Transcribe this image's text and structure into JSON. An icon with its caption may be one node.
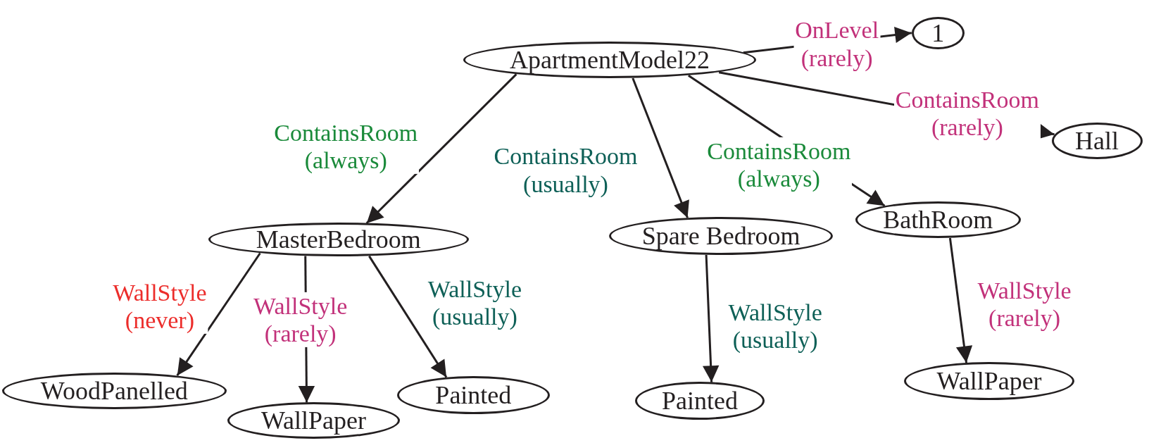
{
  "diagram": {
    "nodes": [
      {
        "text": [
          "ApartmentModel22"
        ]
      },
      {
        "text": [
          "1"
        ]
      },
      {
        "text": [
          "Hall"
        ]
      },
      {
        "text": [
          "MasterBedroom"
        ]
      },
      {
        "text": [
          "Spare Bedroom"
        ]
      },
      {
        "text": [
          "BathRoom"
        ]
      },
      {
        "text": [
          "WoodPanelled"
        ]
      },
      {
        "text": [
          "WallPaper"
        ]
      },
      {
        "text": [
          "Painted"
        ]
      },
      {
        "text": [
          "Painted"
        ]
      },
      {
        "text": [
          "WallPaper"
        ]
      }
    ],
    "edges": [
      {
        "from": 0,
        "to": 1,
        "arrow": "to",
        "label": "OnLevel (rarely)"
      },
      {
        "from": 0,
        "to": 2,
        "arrow": "to",
        "label": "ContainsRoom (rarely)"
      },
      {
        "from": 0,
        "to": 3,
        "arrow": "to",
        "label": "ContainsRoom (always)"
      },
      {
        "from": 0,
        "to": 4,
        "arrow": "to",
        "label": "ContainsRoom (usually)"
      },
      {
        "from": 0,
        "to": 5,
        "arrow": "to",
        "label": "ContainsRoom (always)"
      },
      {
        "from": 3,
        "to": 6,
        "arrow": "to",
        "label": "WallStyle (never)"
      },
      {
        "from": 3,
        "to": 7,
        "arrow": "to",
        "label": "WallStyle (rarely)"
      },
      {
        "from": 3,
        "to": 8,
        "arrow": "to",
        "label": "WallStyle (usually)"
      },
      {
        "from": 4,
        "to": 9,
        "arrow": "to",
        "label": "WallStyle (usually)"
      },
      {
        "from": 5,
        "to": 10,
        "arrow": "to",
        "label": "WallStyle (rarely)"
      }
    ]
  }
}
